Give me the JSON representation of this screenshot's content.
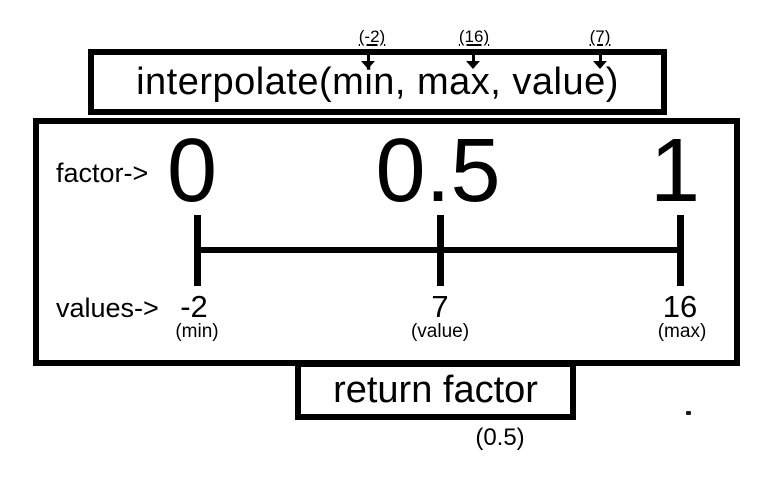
{
  "diagram": {
    "call_box": {
      "function_label": "interpolate(min, max, value)",
      "arguments": [
        {
          "label": "(-2)"
        },
        {
          "label": "(16)"
        },
        {
          "label": "(7)"
        }
      ]
    },
    "scale_box": {
      "factor_row_label": "factor->",
      "values_row_label": "values->",
      "points": [
        {
          "factor": "0",
          "value": "-2",
          "role": "(min)"
        },
        {
          "factor": "0.5",
          "value": "7",
          "role": "(value)"
        },
        {
          "factor": "1",
          "value": "16",
          "role": "(max)"
        }
      ]
    },
    "return_box": {
      "label": "return factor",
      "result": "(0.5)"
    },
    "colors": {
      "ink": "#000000",
      "background": "#ffffff"
    }
  }
}
